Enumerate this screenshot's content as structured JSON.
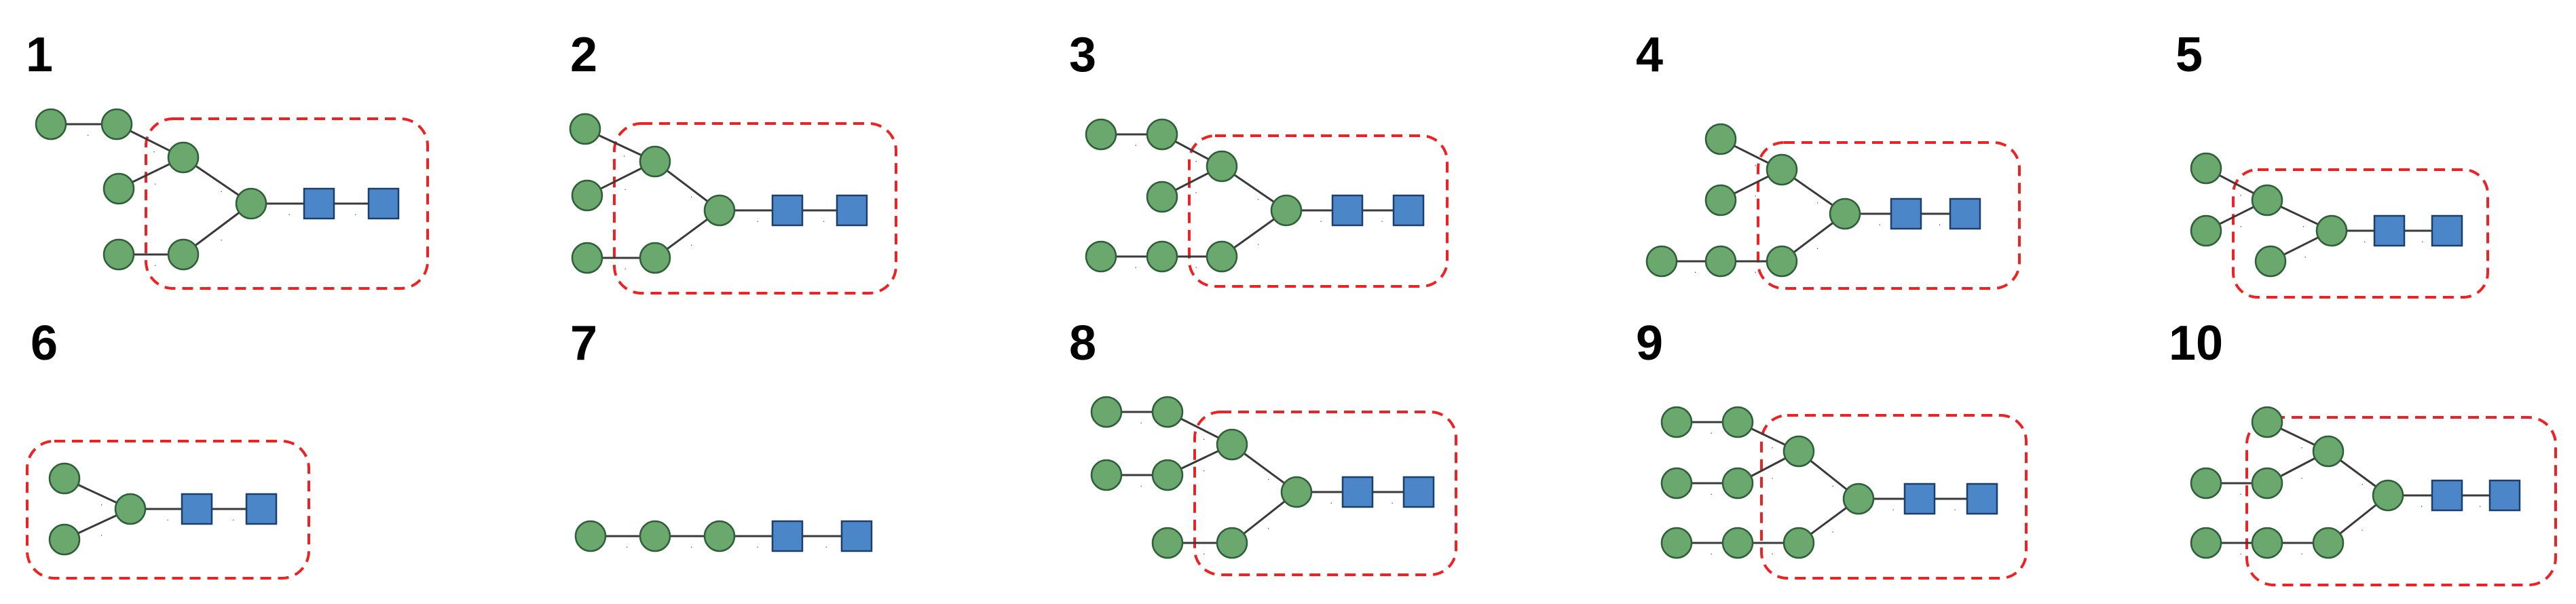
{
  "colors": {
    "mannose": "#6aa86e",
    "glcnac": "#4a86c8",
    "core_box": "#ee2222"
  },
  "legend_icons": [
    "mannose-circle-icon",
    "glcnac-square-icon"
  ],
  "structures": [
    {
      "label": "1"
    },
    {
      "label": "2"
    },
    {
      "label": "3"
    },
    {
      "label": "4"
    },
    {
      "label": "5"
    },
    {
      "label": "6"
    },
    {
      "label": "7"
    },
    {
      "label": "8"
    },
    {
      "label": "9"
    },
    {
      "label": "10"
    }
  ]
}
